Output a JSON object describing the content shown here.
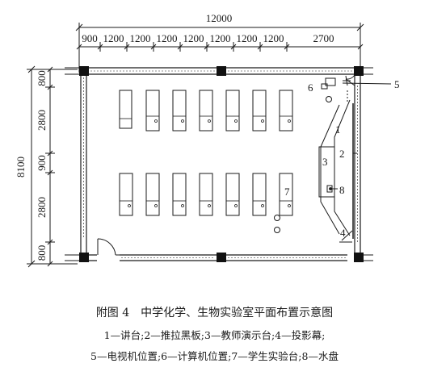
{
  "dimensions": {
    "total_width": "12000",
    "top_segments": [
      "900",
      "1200",
      "1200",
      "1200",
      "1200",
      "1200",
      "1200",
      "1200",
      "2700"
    ],
    "total_height": "8100",
    "left_segments": [
      "800",
      "2800",
      "900",
      "2800",
      "800"
    ]
  },
  "callouts": {
    "c1": "1",
    "c2": "2",
    "c3": "3",
    "c4": "4",
    "c5": "5",
    "c6": "6",
    "c7": "7",
    "c8": "8"
  },
  "caption": {
    "title": "附图 4　中学化学、生物实验室平面布置示意图",
    "legend_line1": "1—讲台;2—推拉黑板;3—教师演示台;4—投影幕;",
    "legend_line2": "5—电视机位置;6—计算机位置;7—学生实验台;8—水盘"
  }
}
